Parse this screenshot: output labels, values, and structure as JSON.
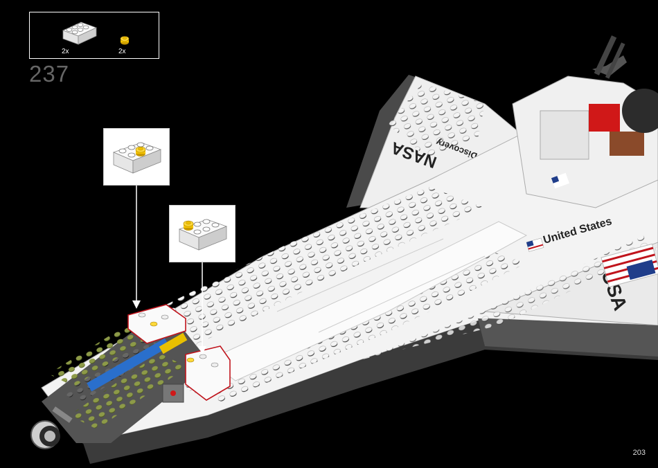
{
  "parts_list": {
    "items": [
      {
        "part": "white-2x3-brick",
        "quantity": "2x"
      },
      {
        "part": "yellow-round-1x1-plate",
        "quantity": "2x"
      }
    ]
  },
  "step": {
    "number": "237"
  },
  "page": {
    "number": "203"
  },
  "model_decals": {
    "nasa": "NASA",
    "discovery": "Discovery",
    "united_states": "United States",
    "usa": "USA"
  },
  "colors": {
    "background": "#000000",
    "step_number": "#666666",
    "highlight_outline": "#c0141c",
    "brick_white": "#f2f2f2",
    "stud_yellow": "#f5c400",
    "olive_green": "#7d8a3c",
    "dark_gray": "#3a3a3a"
  }
}
